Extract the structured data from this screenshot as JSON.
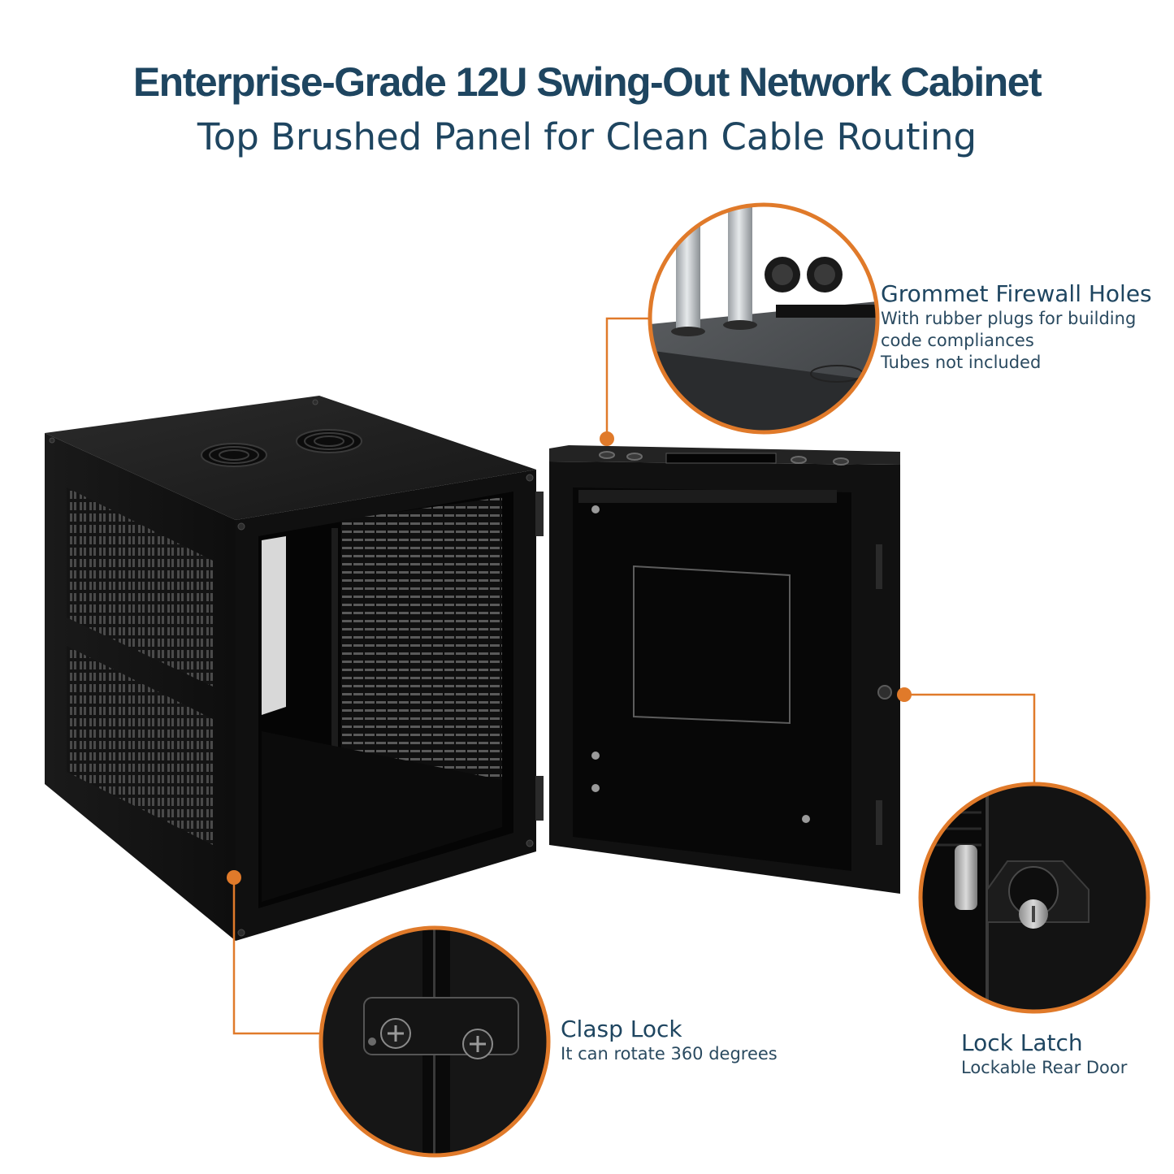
{
  "header": {
    "title": "Enterprise-Grade 12U Swing-Out Network Cabinet",
    "subtitle": "Top Brushed Panel for Clean Cable Routing"
  },
  "callouts": {
    "grommet": {
      "title": "Grommet Firewall Holes",
      "lines": [
        "With rubber plugs for building",
        "code compliances",
        "Tubes not included"
      ]
    },
    "clasp": {
      "title": "Clasp Lock",
      "lines": [
        "It can rotate 360 degrees"
      ]
    },
    "latch": {
      "title": "Lock Latch",
      "lines": [
        "Lockable Rear Door"
      ]
    }
  },
  "colors": {
    "accent": "#e07a2a",
    "text": "#1e4560",
    "cabinet": "#141414"
  }
}
